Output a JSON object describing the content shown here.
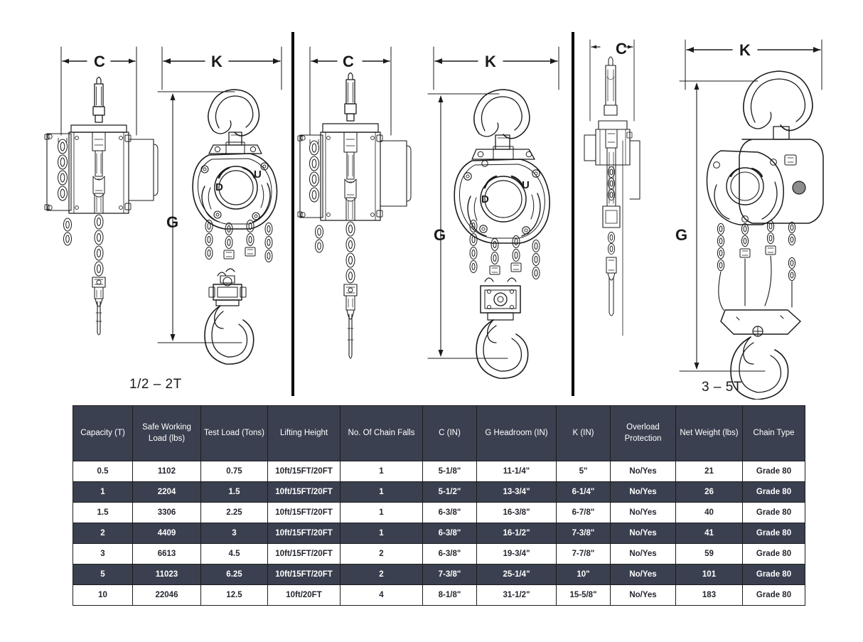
{
  "diagram": {
    "panels": [
      {
        "id": "panel-small",
        "caption": "1/2 – 2T",
        "dim_c": "C",
        "dim_k": "K",
        "dim_g": "G",
        "wheel_down": "D",
        "wheel_up": "U"
      },
      {
        "id": "panel-medium",
        "caption": "3 – 5T",
        "dim_c": "C",
        "dim_k": "K",
        "dim_g": "G",
        "wheel_down": "D",
        "wheel_up": "U"
      },
      {
        "id": "panel-large",
        "caption": "",
        "dim_c": "C",
        "dim_k": "K",
        "dim_g": "G",
        "wheel_down": "",
        "wheel_up": ""
      }
    ]
  },
  "table": {
    "headers": [
      "Capacity (T)",
      "Safe Working Load (lbs)",
      "Test Load (Tons)",
      "Lifting Height",
      "No. Of Chain Falls",
      "C (IN)",
      "G Headroom (IN)",
      "K (IN)",
      "Overload Protection",
      "Net Weight (lbs)",
      "Chain Type"
    ],
    "rows": [
      [
        "0.5",
        "1102",
        "0.75",
        "10ft/15FT/20FT",
        "1",
        "5-1/8\"",
        "11-1/4\"",
        "5\"",
        "No/Yes",
        "21",
        "Grade 80"
      ],
      [
        "1",
        "2204",
        "1.5",
        "10ft/15FT/20FT",
        "1",
        "5-1/2\"",
        "13-3/4\"",
        "6-1/4\"",
        "No/Yes",
        "26",
        "Grade 80"
      ],
      [
        "1.5",
        "3306",
        "2.25",
        "10ft/15FT/20FT",
        "1",
        "6-3/8\"",
        "16-3/8\"",
        "6-7/8\"",
        "No/Yes",
        "40",
        "Grade 80"
      ],
      [
        "2",
        "4409",
        "3",
        "10ft/15FT/20FT",
        "1",
        "6-3/8\"",
        "16-1/2\"",
        "7-3/8\"",
        "No/Yes",
        "41",
        "Grade 80"
      ],
      [
        "3",
        "6613",
        "4.5",
        "10ft/15FT/20FT",
        "2",
        "6-3/8\"",
        "19-3/4\"",
        "7-7/8\"",
        "No/Yes",
        "59",
        "Grade 80"
      ],
      [
        "5",
        "11023",
        "6.25",
        "10ft/15FT/20FT",
        "2",
        "7-3/8\"",
        "25-1/4\"",
        "10\"",
        "No/Yes",
        "101",
        "Grade 80"
      ],
      [
        "10",
        "22046",
        "12.5",
        "10ft/20FT",
        "4",
        "8-1/8\"",
        "31-1/2\"",
        "15-5/8\"",
        "No/Yes",
        "183",
        "Grade 80"
      ]
    ]
  },
  "colors": {
    "header_bg": "#3b4050",
    "row_dark_bg": "#3b4050",
    "row_light_bg": "#ffffff",
    "border": "#1c1c1c",
    "line_art": "#1a1a1a"
  }
}
